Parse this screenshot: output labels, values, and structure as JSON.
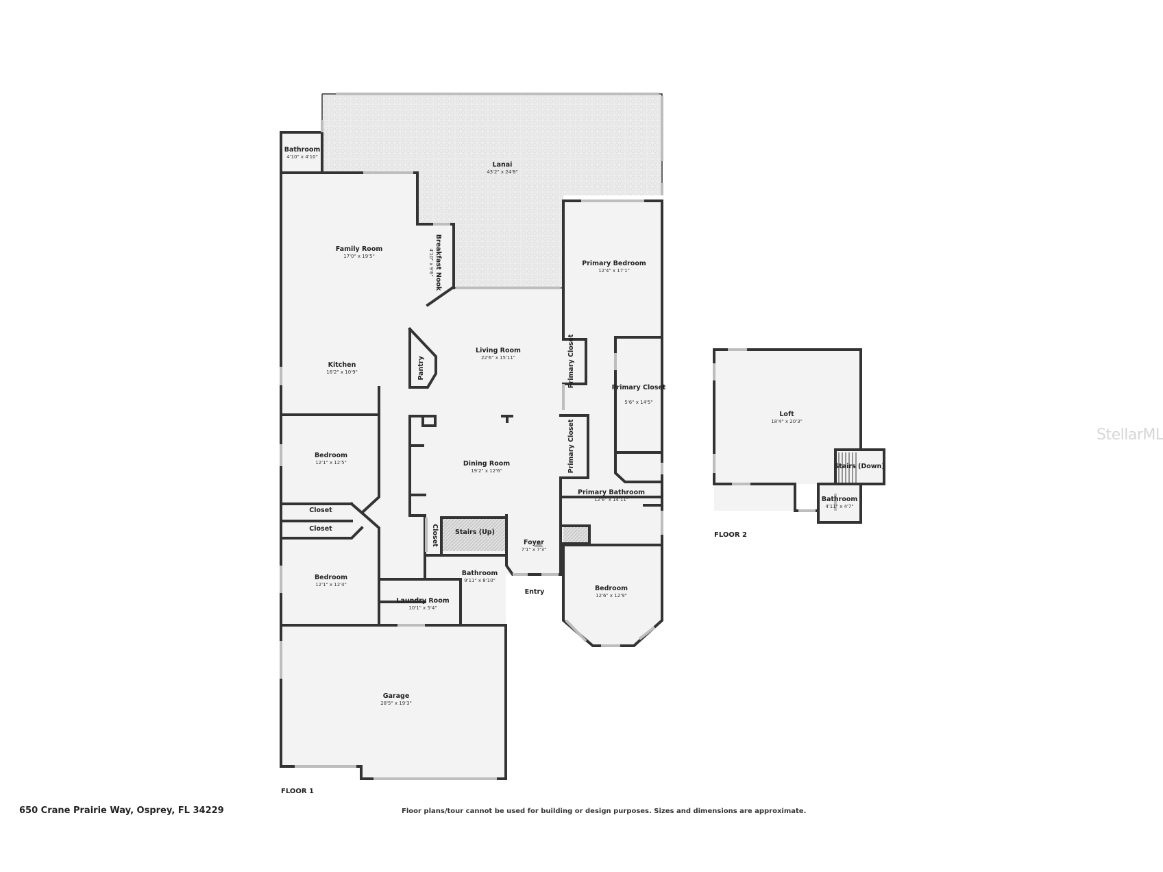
{
  "address": "650 Crane Prairie Way, Osprey, FL 34229",
  "disclaimer": "Floor plans/tour cannot be used for building or design purposes. Sizes and dimensions are approximate.",
  "watermark": "StellarMLS",
  "floors": [
    {
      "label": "FLOOR 1"
    },
    {
      "label": "FLOOR 2"
    }
  ],
  "rooms": [
    {
      "name": "Bathroom",
      "dim": "4'10\" x 4'10\""
    },
    {
      "name": "Lanai",
      "dim": "43'2\" x 24'8\""
    },
    {
      "name": "Family Room",
      "dim": "17'0\" x 19'5\""
    },
    {
      "name": "Breakfast Nook",
      "dim": "4'10\" x 9'6\""
    },
    {
      "name": "Primary Bedroom",
      "dim": "12'4\" x 17'1\""
    },
    {
      "name": "Living Room",
      "dim": "22'6\" x 15'11\""
    },
    {
      "name": "Kitchen",
      "dim": "16'2\" x 10'9\""
    },
    {
      "name": "Pantry",
      "dim": ""
    },
    {
      "name": "Primary Closet",
      "dim": ""
    },
    {
      "name": "Primary Closet",
      "dim": "5'6\" x 14'5\""
    },
    {
      "name": "Bedroom",
      "dim": "12'1\" x 12'5\""
    },
    {
      "name": "Dining Room",
      "dim": "19'2\" x 12'6\""
    },
    {
      "name": "Primary Closet",
      "dim": ""
    },
    {
      "name": "Primary Bathroom",
      "dim": "12'6\" x 14'11\""
    },
    {
      "name": "Closet",
      "dim": ""
    },
    {
      "name": "Closet",
      "dim": ""
    },
    {
      "name": "Stairs (Up)",
      "dim": ""
    },
    {
      "name": "Closet",
      "dim": ""
    },
    {
      "name": "Foyer",
      "dim": "7'1\" x 7'3\""
    },
    {
      "name": "Bedroom",
      "dim": "12'1\" x 12'4\""
    },
    {
      "name": "Bathroom",
      "dim": "9'11\" x 8'10\""
    },
    {
      "name": "Laundry Room",
      "dim": "10'1\" x 5'4\""
    },
    {
      "name": "Entry",
      "dim": ""
    },
    {
      "name": "Bedroom",
      "dim": "12'6\" x 12'9\""
    },
    {
      "name": "Garage",
      "dim": "28'5\" x 19'3\""
    },
    {
      "name": "Loft",
      "dim": "18'4\" x 20'3\""
    },
    {
      "name": "Stairs (Down)",
      "dim": ""
    },
    {
      "name": "Bathroom",
      "dim": "4'11\" x 4'7\""
    }
  ],
  "colors": {
    "wall": "#333333",
    "floor": "#f3f3f3",
    "lanai": "#e9e9e9",
    "window": "#bdbdbd"
  }
}
